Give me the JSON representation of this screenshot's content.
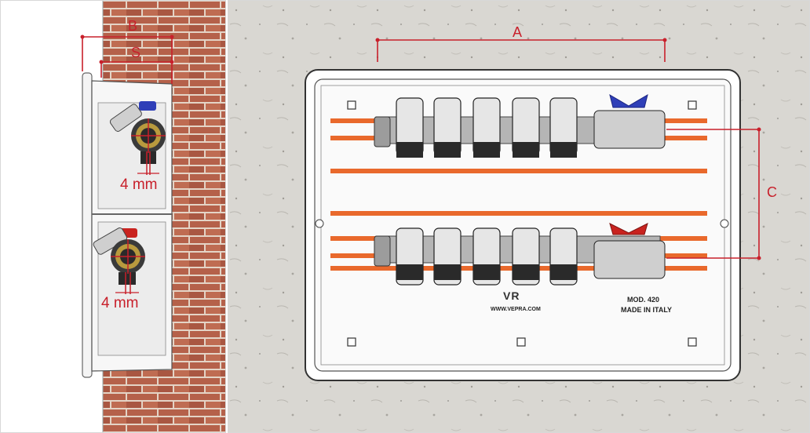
{
  "colors": {
    "dimension": "#c8202b",
    "brick": "#b5614a",
    "mortar": "#e4d4c6",
    "concrete": "#d9d7d2",
    "pipe": "#e9692c",
    "valve_blue": "#2f3fb8",
    "valve_red": "#c9231f",
    "brass": "#b89a3e"
  },
  "left": {
    "dim_b": "B",
    "dim_s": "S",
    "gap_top": "4 mm",
    "gap_bottom": "4 mm"
  },
  "right": {
    "dim_a": "A",
    "dim_c": "C",
    "brand": "VR",
    "website": "WWW.VEPRA.COM",
    "model": "MOD. 420",
    "origin": "MADE IN ITALY"
  }
}
